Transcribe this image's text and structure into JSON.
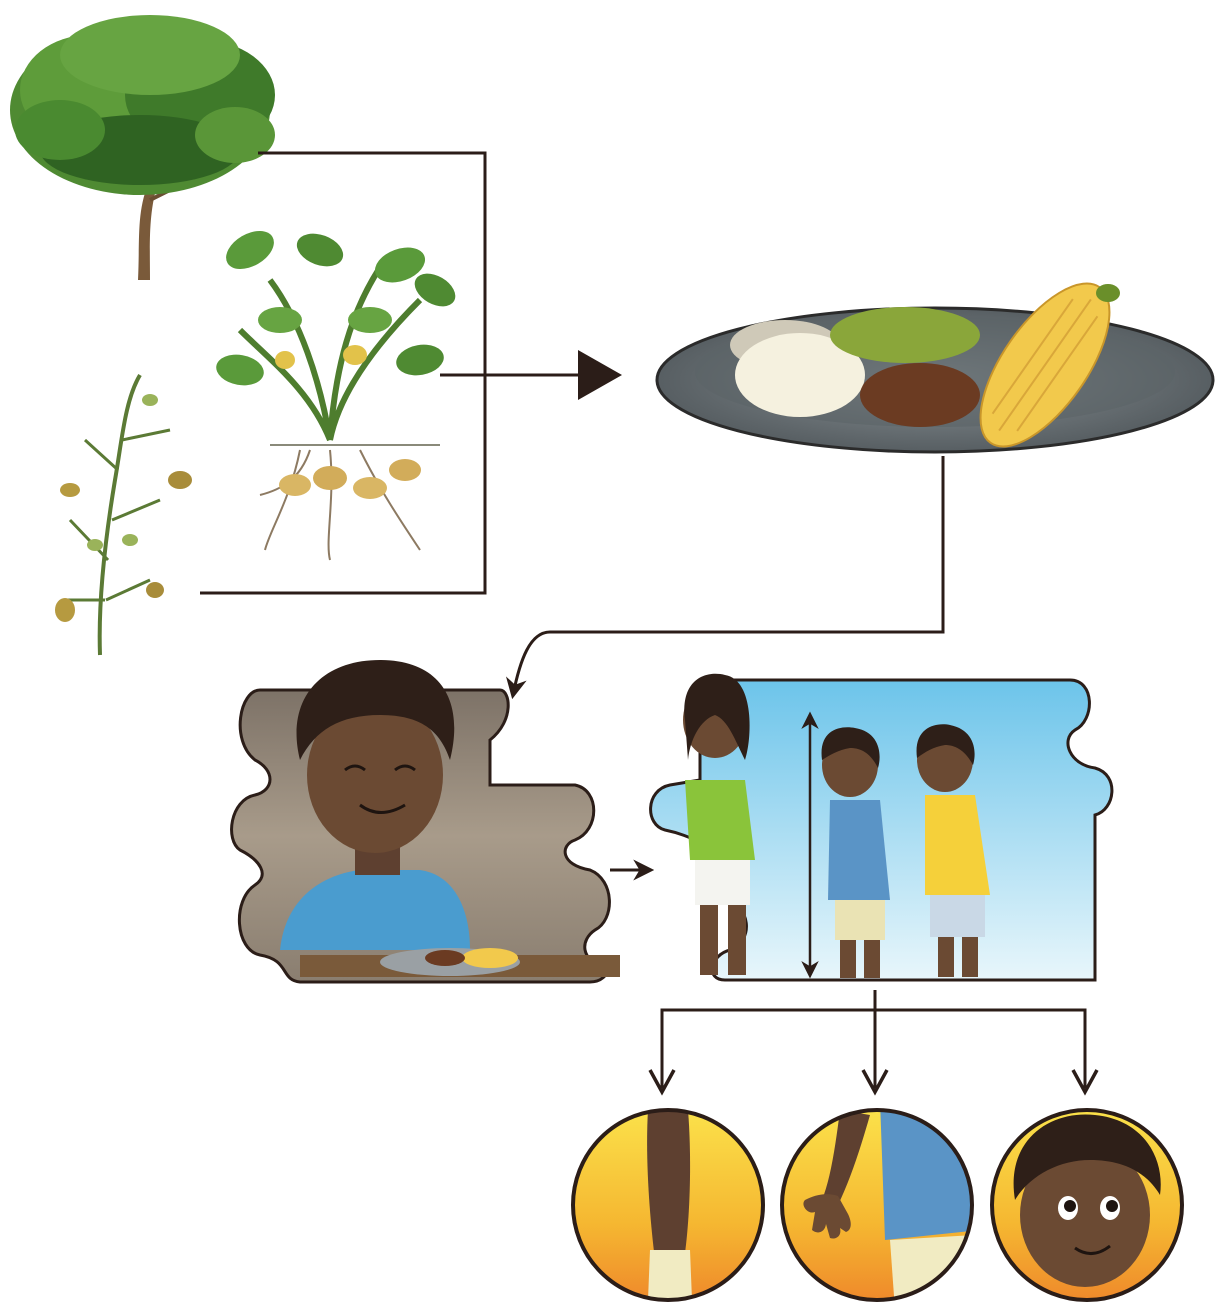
{
  "diagram": {
    "nodes": [
      {
        "id": "tree",
        "icon": "legume-tree-illustration"
      },
      {
        "id": "peanut",
        "icon": "peanut-plant-illustration"
      },
      {
        "id": "chickpea",
        "icon": "chickpea-plant-illustration"
      },
      {
        "id": "plate",
        "icon": "plate-rice-beans-corn-illustration"
      },
      {
        "id": "eating",
        "icon": "boy-eating-meal-illustration"
      },
      {
        "id": "growth",
        "icon": "three-children-height-illustration"
      },
      {
        "id": "circle-1",
        "icon": "body-side-closeup-illustration"
      },
      {
        "id": "circle-2",
        "icon": "arm-hand-closeup-illustration"
      },
      {
        "id": "circle-3",
        "icon": "boy-face-closeup-illustration"
      }
    ],
    "edges": [
      {
        "from": "plants",
        "to": "plate"
      },
      {
        "from": "plate",
        "to": "eating"
      },
      {
        "from": "eating",
        "to": "growth"
      },
      {
        "from": "growth",
        "to": "circle-1"
      },
      {
        "from": "growth",
        "to": "circle-2"
      },
      {
        "from": "growth",
        "to": "circle-3"
      }
    ],
    "colors": {
      "line": "#2b1d18",
      "foliage": "#4f8a32",
      "foliage_dark": "#2f6322",
      "plate": "#6b7378",
      "corn": "#f2c94c",
      "skin": "#6b4a33",
      "hair": "#2e1f18",
      "sky": "#8fd3ee",
      "circle_bg": "#f7c531"
    }
  }
}
